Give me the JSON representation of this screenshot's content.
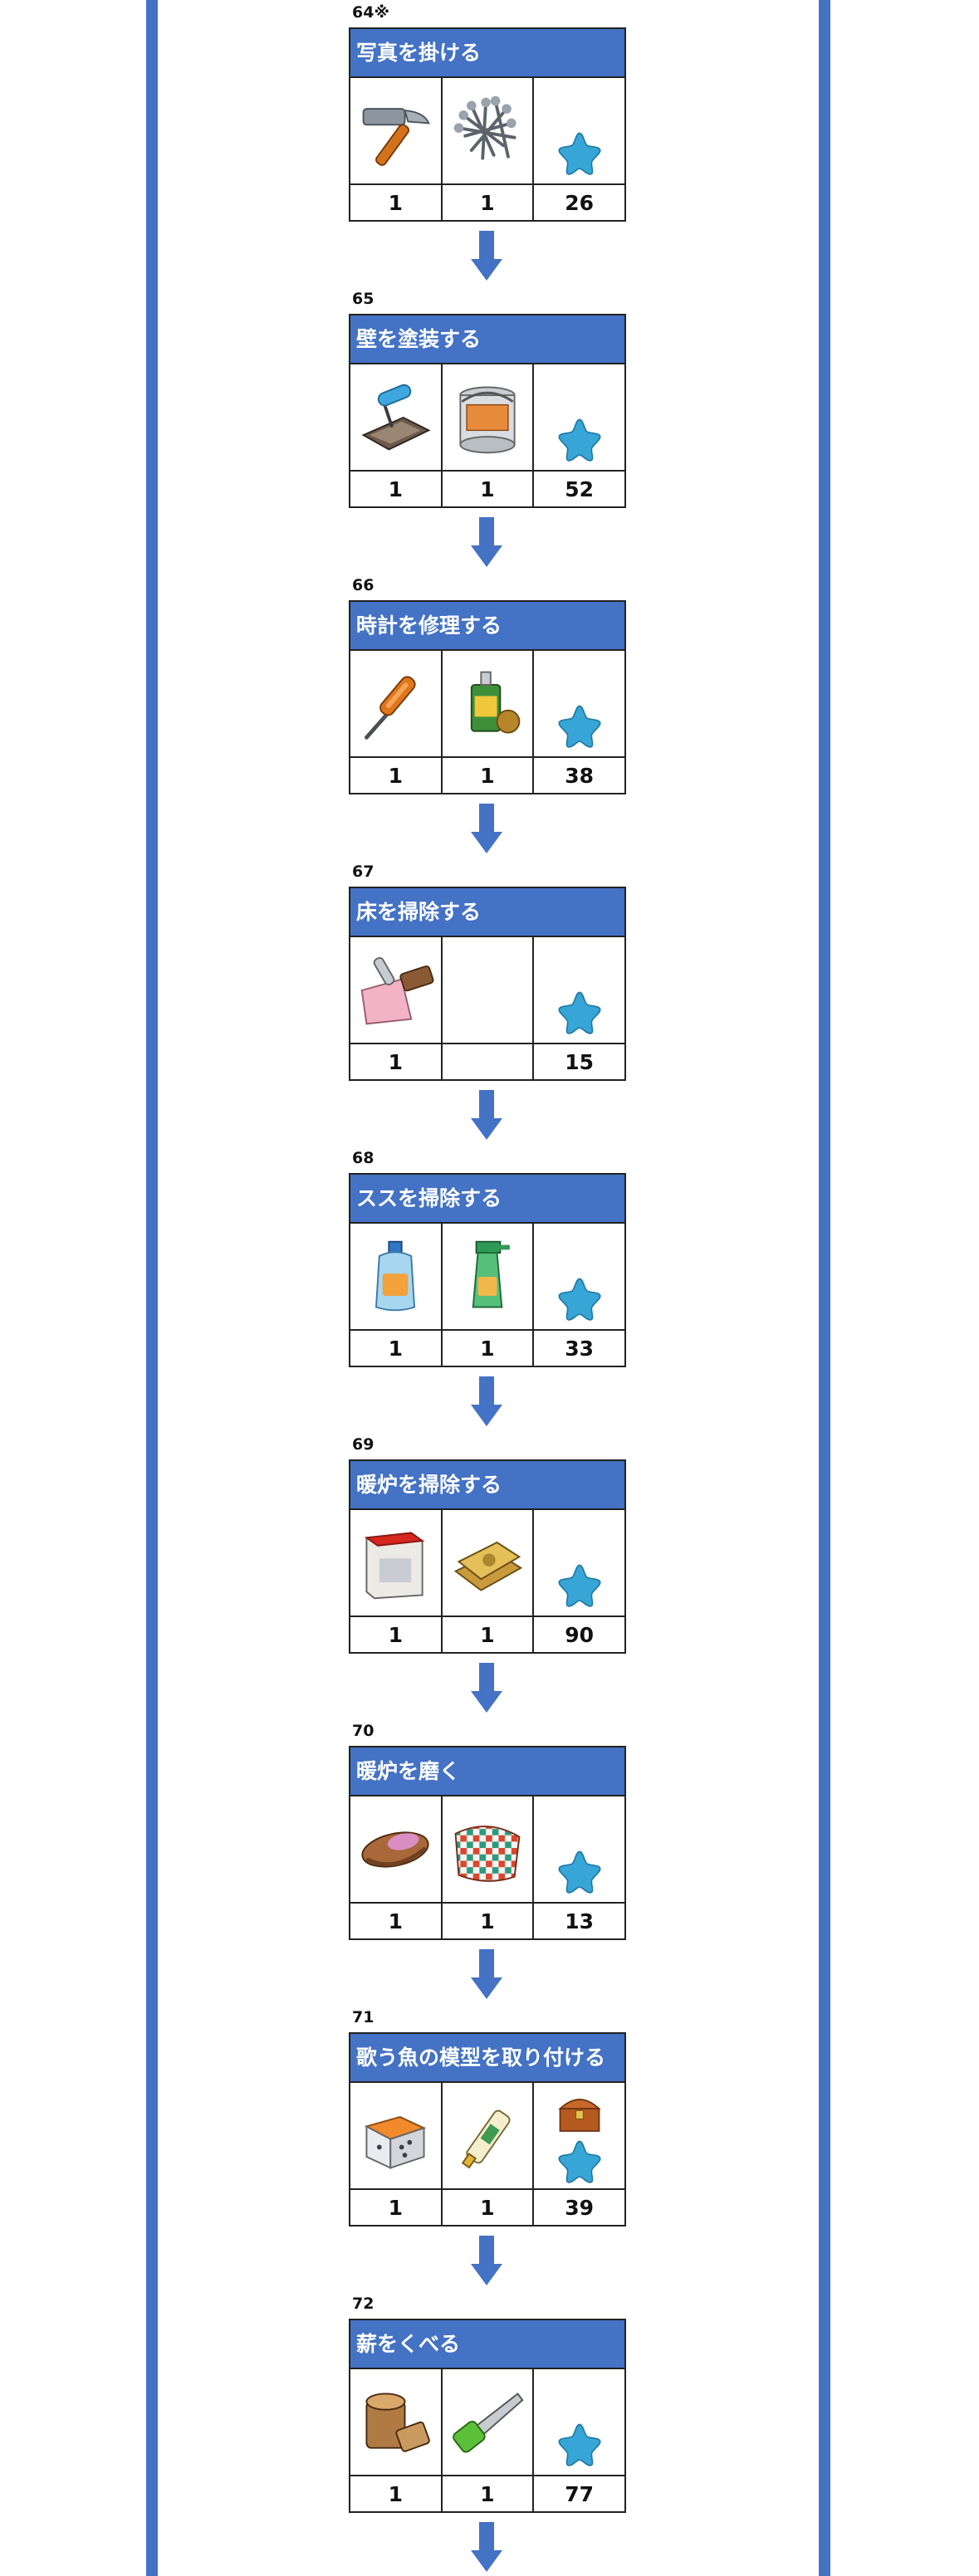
{
  "colors": {
    "accent": "#4472c4",
    "border": "#222222",
    "star": "#37a6d6"
  },
  "steps": [
    {
      "number": "64※",
      "title": "写真を掛ける",
      "items": [
        {
          "icon": "hammer-icon",
          "count": "1"
        },
        {
          "icon": "nails-icon",
          "count": "1"
        }
      ],
      "reward": "26"
    },
    {
      "number": "65",
      "title": "壁を塗装する",
      "items": [
        {
          "icon": "roller-tray-icon",
          "count": "1"
        },
        {
          "icon": "paint-can-icon",
          "count": "1"
        }
      ],
      "reward": "52"
    },
    {
      "number": "66",
      "title": "時計を修理する",
      "items": [
        {
          "icon": "screwdriver-icon",
          "count": "1"
        },
        {
          "icon": "oil-can-icon",
          "count": "1"
        }
      ],
      "reward": "38"
    },
    {
      "number": "67",
      "title": "床を掃除する",
      "items": [
        {
          "icon": "dustpan-icon",
          "count": "1"
        },
        {
          "icon": "",
          "count": ""
        }
      ],
      "reward": "15"
    },
    {
      "number": "68",
      "title": "ススを掃除する",
      "items": [
        {
          "icon": "detergent-bottle-icon",
          "count": "1"
        },
        {
          "icon": "spray-bottle-icon",
          "count": "1"
        }
      ],
      "reward": "33"
    },
    {
      "number": "69",
      "title": "暖炉を掃除する",
      "items": [
        {
          "icon": "cleaning-powder-box-icon",
          "count": "1"
        },
        {
          "icon": "sponge-icon",
          "count": "1"
        }
      ],
      "reward": "90"
    },
    {
      "number": "70",
      "title": "暖炉を磨く",
      "items": [
        {
          "icon": "scrub-brush-icon",
          "count": "1"
        },
        {
          "icon": "checkered-towel-icon",
          "count": "1"
        }
      ],
      "reward": "13"
    },
    {
      "number": "71",
      "title": "歌う魚の模型を取り付ける",
      "items": [
        {
          "icon": "screw-box-icon",
          "count": "1"
        },
        {
          "icon": "glue-tube-icon",
          "count": "1"
        }
      ],
      "reward": "39",
      "chest": true
    },
    {
      "number": "72",
      "title": "薪をくべる",
      "items": [
        {
          "icon": "firewood-icon",
          "count": "1"
        },
        {
          "icon": "hand-saw-icon",
          "count": "1"
        }
      ],
      "reward": "77"
    }
  ]
}
